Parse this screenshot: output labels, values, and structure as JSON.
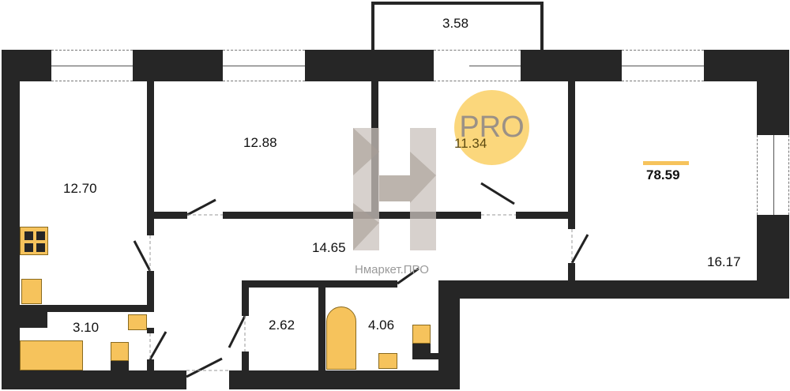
{
  "plan": {
    "total_area": "78.59",
    "accent_color": "#f6c35c",
    "wall_color": "#262626",
    "rooms": [
      {
        "id": "balcony",
        "area": "3.58"
      },
      {
        "id": "kitchen",
        "area": "12.70"
      },
      {
        "id": "bedroom-1",
        "area": "12.88"
      },
      {
        "id": "bedroom-2",
        "area": "11.34"
      },
      {
        "id": "hallway",
        "area": "14.65"
      },
      {
        "id": "living-room",
        "area": "16.17"
      },
      {
        "id": "bathroom-1",
        "area": "3.10"
      },
      {
        "id": "storage",
        "area": "2.62"
      },
      {
        "id": "bathroom-2",
        "area": "4.06"
      }
    ]
  },
  "watermark": {
    "logo_letter": "H",
    "brand_text": "Нмаркет.ПРО",
    "badge_text": "PRO"
  }
}
